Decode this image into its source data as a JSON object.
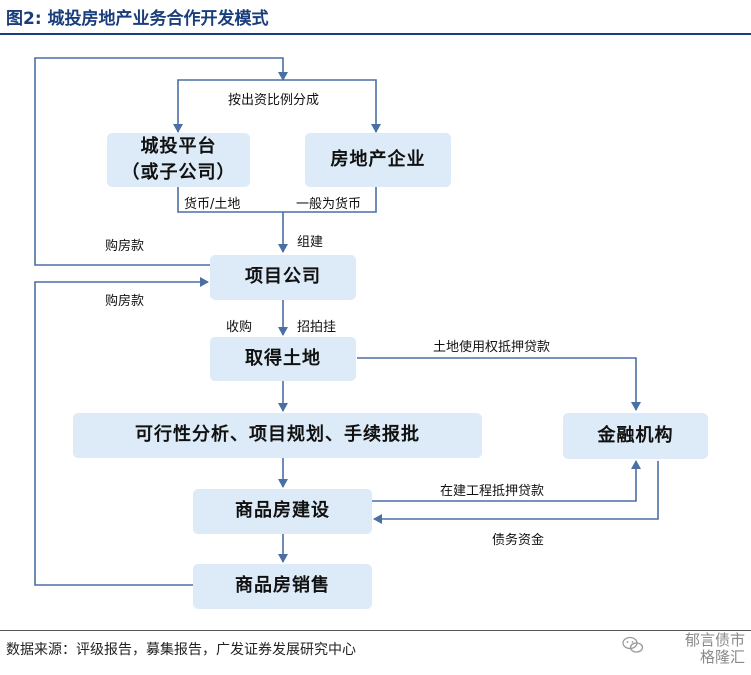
{
  "figure": {
    "title": "图2:   城投房地产业务合作开发模式",
    "source": "数据来源：评级报告，募集报告，广发证券发展研究中心"
  },
  "nodes": {
    "chengtou_line1": "城投平台",
    "chengtou_line2": "（或子公司）",
    "realestate": "房地产企业",
    "project": "项目公司",
    "land": "取得土地",
    "analysis": "可行性分析、项目规划、手续报批",
    "finance": "金融机构",
    "construction": "商品房建设",
    "sales": "商品房销售"
  },
  "edge_labels": {
    "capital_ratio": "按出资比例分成",
    "currency_land": "货币/土地",
    "general_currency": "一般为货币",
    "organize": "组建",
    "purchase1": "购房款",
    "purchase2": "购房款",
    "acquire": "收购",
    "auction": "招拍挂",
    "land_mortgage": "土地使用权抵押贷款",
    "construction_mortgage": "在建工程抵押贷款",
    "debt_funds": "债务资金"
  },
  "watermark": {
    "line1": "郁言债市",
    "line2": "格隆汇"
  },
  "colors": {
    "title": "#1a3d7c",
    "node_fill": "#dcebf7",
    "arrow": "#4a6fa5"
  }
}
